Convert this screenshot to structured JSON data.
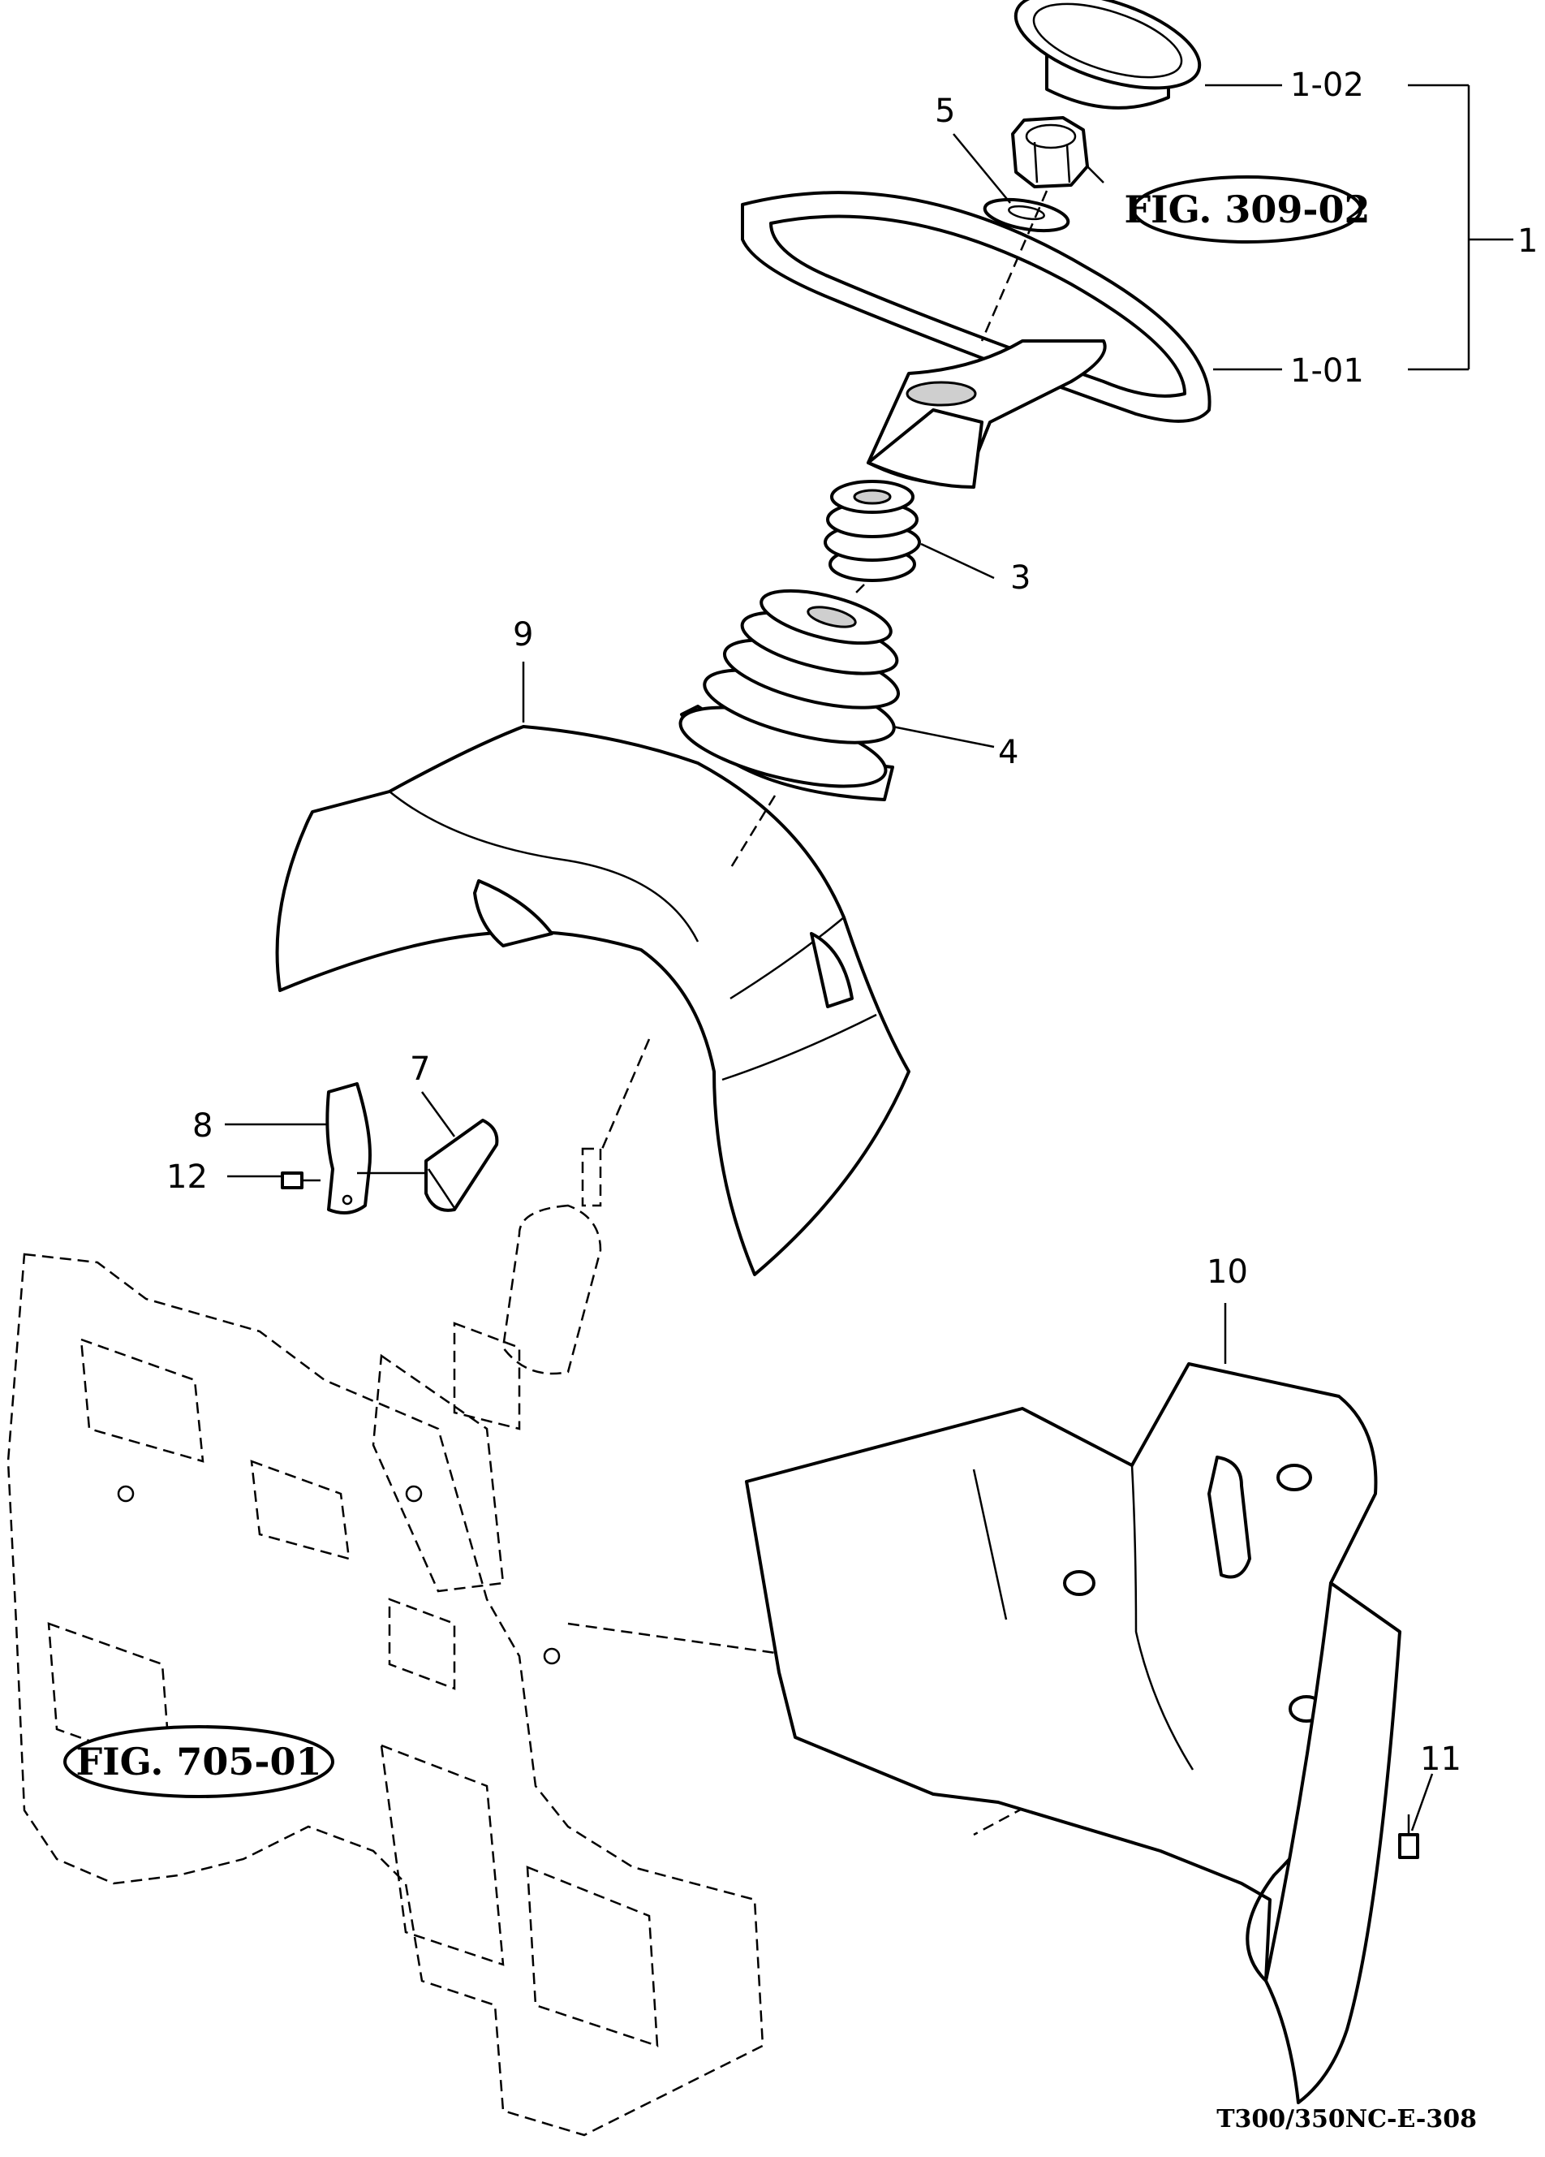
{
  "labels": {
    "part_1": "1",
    "part_1_01": "1-01",
    "part_1_02": "1-02",
    "part_3": "3",
    "part_4": "4",
    "part_5": "5",
    "part_7": "7",
    "part_8": "8",
    "part_9": "9",
    "part_10": "10",
    "part_11": "11",
    "part_12": "12"
  },
  "references": {
    "fig_309_02": "FIG. 309-02",
    "fig_705_01": "FIG. 705-01"
  },
  "drawing_code": "T300/350NC-E-308"
}
